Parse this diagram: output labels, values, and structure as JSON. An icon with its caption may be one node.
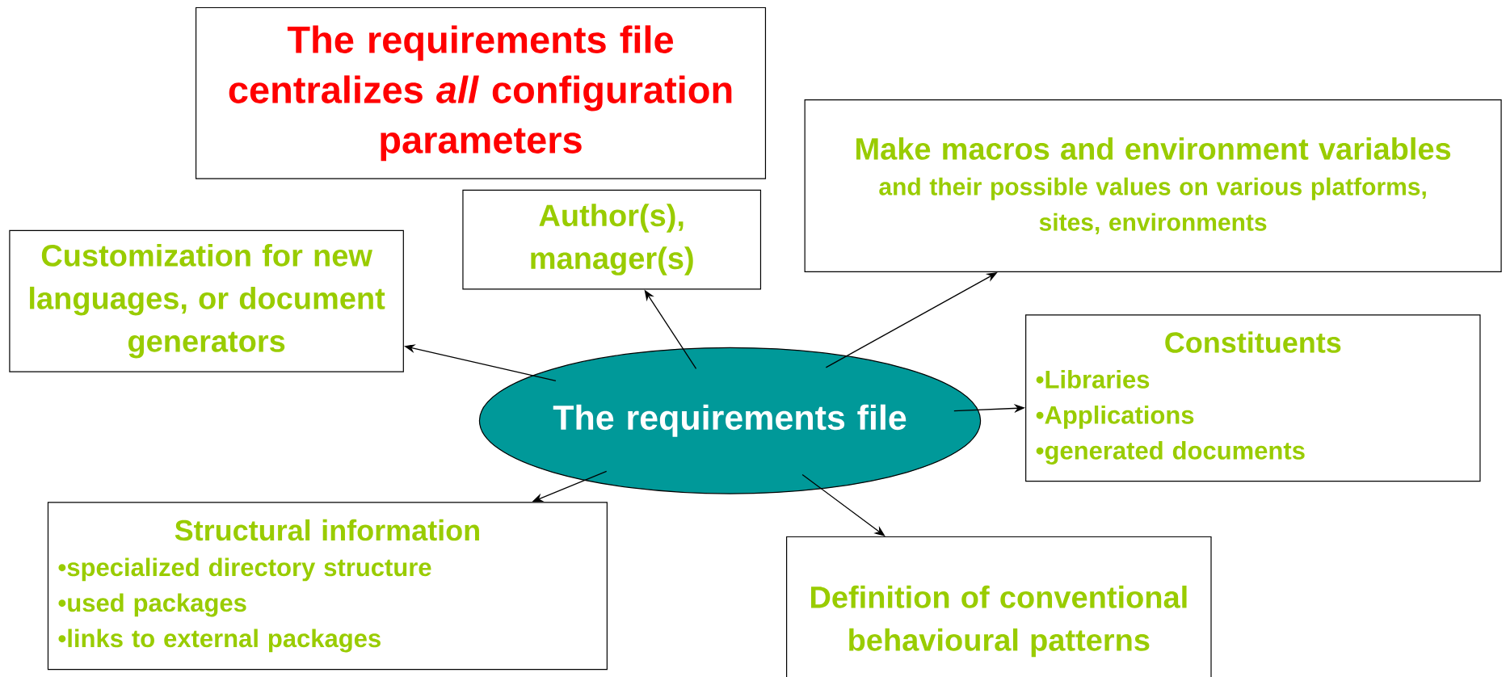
{
  "diagram": {
    "nodes": [
      {
        "text": [
          "The requirements file centralizes *all* configuration parameters"
        ]
      },
      {
        "text": [
          "Make macros and environment variables",
          "and their possible values on various platforms, sites, environments"
        ]
      },
      {
        "text": [
          "Author(s), manager(s)"
        ]
      },
      {
        "text": [
          "Customization for new languages, or document generators"
        ]
      },
      {
        "text": [
          "The requirements file"
        ]
      },
      {
        "text": [
          "Constituents",
          "•Libraries",
          "•Applications",
          "•generated documents"
        ]
      },
      {
        "text": [
          "Structural information",
          "•specialized directory structure",
          "•used packages",
          "•links to external packages"
        ]
      },
      {
        "text": [
          "Definition of conventional behavioural patterns"
        ]
      }
    ],
    "edges": [
      {
        "from": 4,
        "to": 3,
        "arrow": "to"
      },
      {
        "from": 4,
        "to": 2,
        "arrow": "to"
      },
      {
        "from": 4,
        "to": 1,
        "arrow": "to"
      },
      {
        "from": 4,
        "to": 5,
        "arrow": "to"
      },
      {
        "from": 4,
        "to": 6,
        "arrow": "to"
      },
      {
        "from": 4,
        "to": 7,
        "arrow": "to"
      }
    ]
  }
}
